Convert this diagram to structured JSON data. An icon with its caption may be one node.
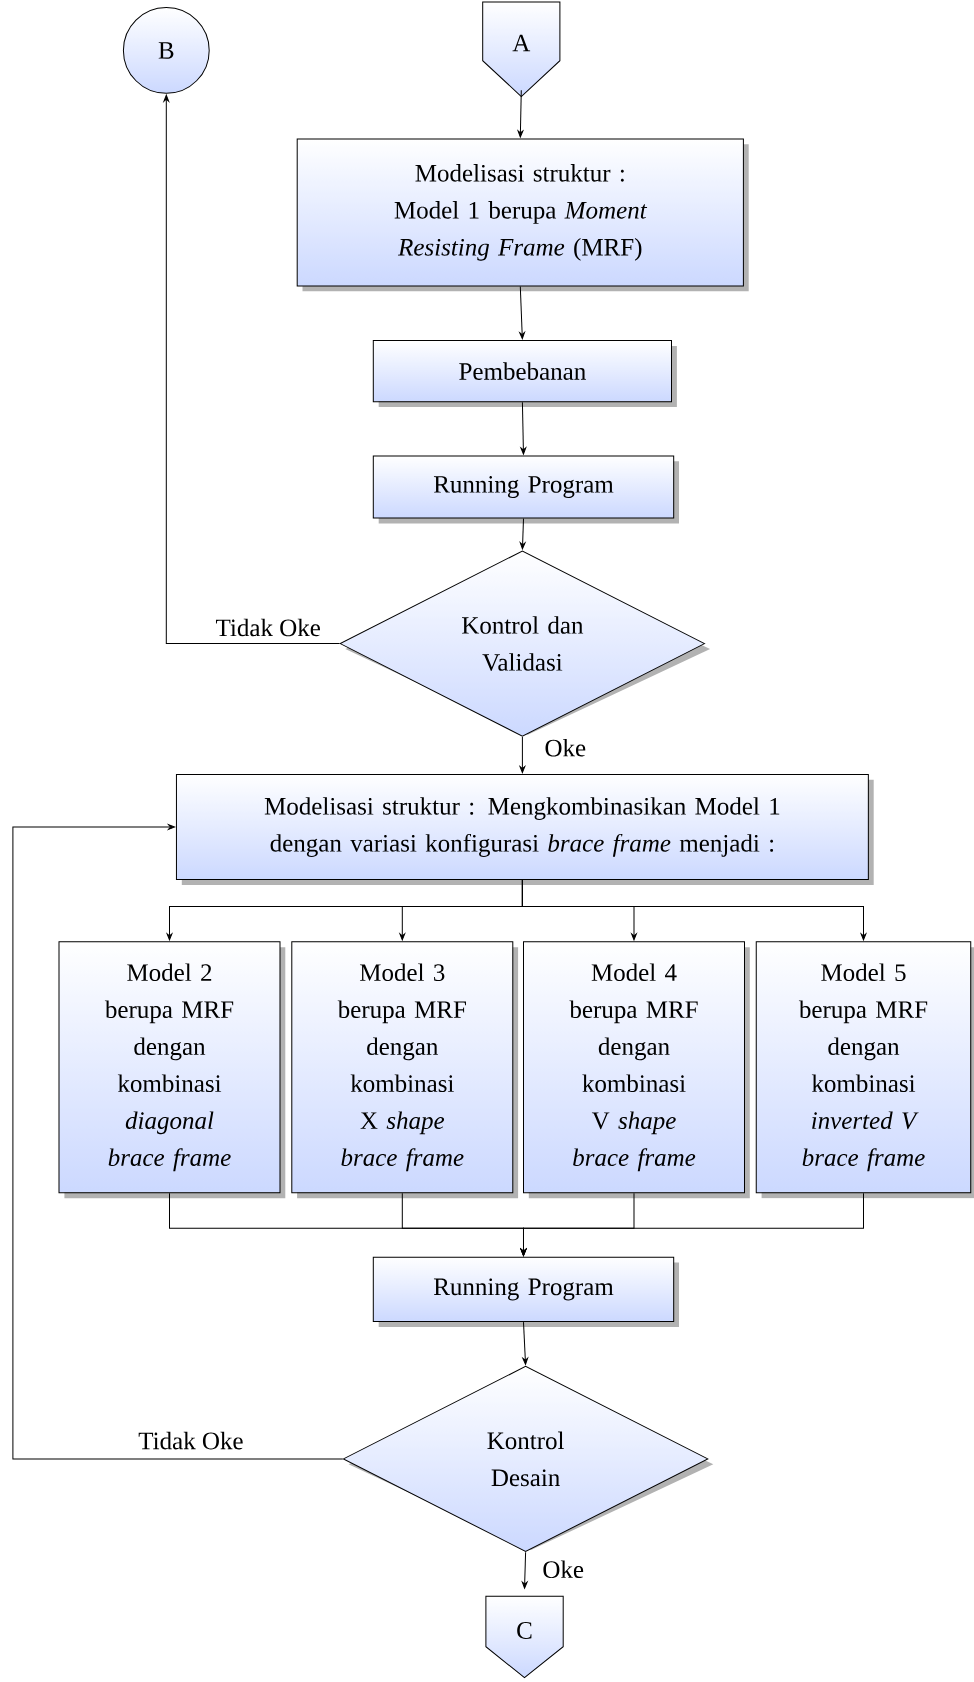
{
  "diagram": {
    "nodes": [
      {
        "text": [
          "B"
        ]
      },
      {
        "text": [
          "A"
        ]
      },
      {
        "text": [
          "Modelisasi struktur :",
          "Model 1 berupa *Moment Resisting Frame* (MRF)"
        ]
      },
      {
        "text": [
          "Pembebanan"
        ]
      },
      {
        "text": [
          "Running Program"
        ]
      },
      {
        "text": [
          "Kontrol dan Validasi"
        ]
      },
      {
        "text": [
          "Modelisasi struktur : Mengkombinasikan Model 1 dengan variasi konfigurasi *brace frame* menjadi :"
        ]
      },
      {
        "text": [
          "Model 2 berupa MRF dengan kombinasi *diagonal brace frame*"
        ]
      },
      {
        "text": [
          "Model 3 berupa MRF dengan kombinasi X *shape brace frame*"
        ]
      },
      {
        "text": [
          "Model 4 berupa MRF dengan kombinasi V *shape brace frame*"
        ]
      },
      {
        "text": [
          "Model 5 berupa MRF dengan kombinasi *inverted V brace frame*"
        ]
      },
      {
        "text": [
          "Running Program"
        ]
      },
      {
        "text": [
          "Kontrol Desain"
        ]
      },
      {
        "text": [
          "C"
        ]
      }
    ],
    "edges": [
      {
        "from": 1,
        "to": 2,
        "arrow": "to"
      },
      {
        "from": 2,
        "to": 3,
        "arrow": "to"
      },
      {
        "from": 3,
        "to": 4,
        "arrow": "to"
      },
      {
        "from": 4,
        "to": 5,
        "arrow": "to"
      },
      {
        "from": 5,
        "to": 0,
        "arrow": "to",
        "label": "Tidak Oke"
      },
      {
        "from": 5,
        "to": 6,
        "arrow": "to",
        "label": "Oke"
      },
      {
        "from": 6,
        "to": 7,
        "arrow": "to"
      },
      {
        "from": 6,
        "to": 8,
        "arrow": "to"
      },
      {
        "from": 6,
        "to": 9,
        "arrow": "to"
      },
      {
        "from": 6,
        "to": 10,
        "arrow": "to"
      },
      {
        "from": 7,
        "to": 11,
        "arrow": "to"
      },
      {
        "from": 8,
        "to": 11,
        "arrow": "to"
      },
      {
        "from": 9,
        "to": 11,
        "arrow": "to"
      },
      {
        "from": 10,
        "to": 11,
        "arrow": "to"
      },
      {
        "from": 11,
        "to": 12,
        "arrow": "to"
      },
      {
        "from": 12,
        "to": 6,
        "arrow": "to",
        "label": "Tidak Oke"
      },
      {
        "from": 12,
        "to": 13,
        "arrow": "to",
        "label": "Oke"
      }
    ]
  }
}
